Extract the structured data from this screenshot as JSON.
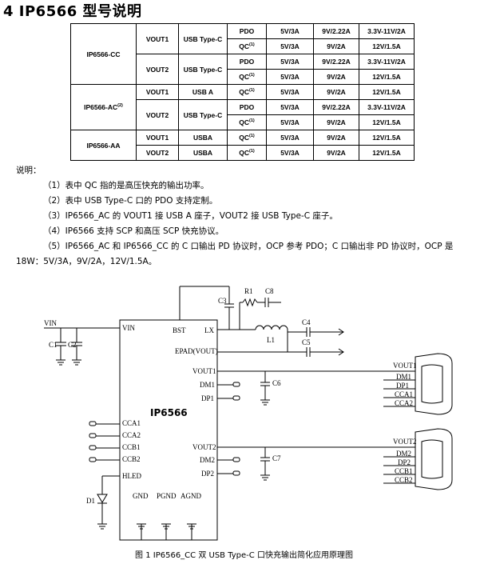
{
  "section_title": "4 IP6566 型号说明",
  "table": {
    "rows": [
      {
        "model": "IP6566-CC",
        "vout": "VOUT1",
        "port": "USB Type-C",
        "proto": "PDO",
        "v1": "5V/3A",
        "v2": "9V/2.22A",
        "v3": "3.3V-11V/2A"
      },
      {
        "proto": "QC",
        "sup": "(1)",
        "v1": "5V/3A",
        "v2": "9V/2A",
        "v3": "12V/1.5A"
      },
      {
        "vout": "VOUT2",
        "port": "USB Type-C",
        "proto": "PDO",
        "v1": "5V/3A",
        "v2": "9V/2.22A",
        "v3": "3.3V-11V/2A"
      },
      {
        "proto": "QC",
        "sup": "(1)",
        "v1": "5V/3A",
        "v2": "9V/2A",
        "v3": "12V/1.5A"
      },
      {
        "model": "IP6566-AC",
        "model_sup": "(2)",
        "vout": "VOUT1",
        "port": "USB A",
        "proto": "QC",
        "sup": "(1)",
        "v1": "5V/3A",
        "v2": "9V/2A",
        "v3": "12V/1.5A"
      },
      {
        "vout": "VOUT2",
        "port": "USB Type-C",
        "proto": "PDO",
        "v1": "5V/3A",
        "v2": "9V/2.22A",
        "v3": "3.3V-11V/2A"
      },
      {
        "proto": "QC",
        "sup": "(1)",
        "v1": "5V/3A",
        "v2": "9V/2A",
        "v3": "12V/1.5A"
      },
      {
        "model": "IP6566-AA",
        "vout": "VOUT1",
        "port": "USBA",
        "proto": "QC",
        "sup": "(1)",
        "v1": "5V/3A",
        "v2": "9V/2A",
        "v3": "12V/1.5A"
      },
      {
        "vout": "VOUT2",
        "port": "USBA",
        "proto": "QC",
        "sup": "(1)",
        "v1": "5V/3A",
        "v2": "9V/2A",
        "v3": "12V/1.5A"
      }
    ]
  },
  "notes": {
    "heading": "说明：",
    "n1": "（1）表中 QC 指的是高压快充的输出功率。",
    "n2": "（2）表中 USB Type-C 口的 PDO 支持定制。",
    "n3": "（3）IP6566_AC 的 VOUT1 接 USB A 座子，VOUT2 接 USB Type-C 座子。",
    "n4": "（4）IP6566 支持 SCP 和高压 SCP 快充协议。",
    "n5a": "（5）IP6566_AC 和 IP6566_CC 的 C 口输出 PD 协议时，OCP 参考 PDO；C 口输出非 PD 协议时，OCP 是",
    "n5b": "18W：5V/3A，9V/2A，12V/1.5A。"
  },
  "schematic": {
    "chip_name": "IP6566",
    "pins_left": [
      "VIN",
      "CCA1",
      "CCA2",
      "CCB1",
      "CCB2",
      "HLED"
    ],
    "pins_right": [
      "BST",
      "LX",
      "EPAD(VOUT)",
      "VOUT1",
      "DM1",
      "DP1",
      "VOUT2",
      "DM2",
      "DP2"
    ],
    "pins_bottom": [
      "GND",
      "PGND",
      "AGND"
    ],
    "components": {
      "vin": "VIN",
      "c1": "C1",
      "c2": "C2",
      "c3": "C3",
      "r1": "R1",
      "c8": "C8",
      "l1": "L1",
      "c4": "C4",
      "c5": "C5",
      "c6": "C6",
      "c7": "C7",
      "d1": "D1"
    },
    "port1": {
      "net": "VOUT1",
      "lines": [
        "DM1",
        "DP1",
        "CCA1",
        "CCA2"
      ]
    },
    "port2": {
      "net": "VOUT2",
      "lines": [
        "DM2",
        "DP2",
        "CCB1",
        "CCB2"
      ]
    }
  },
  "caption": "图 1 IP6566_CC 双 USB Type-C 口快充输出简化应用原理图"
}
